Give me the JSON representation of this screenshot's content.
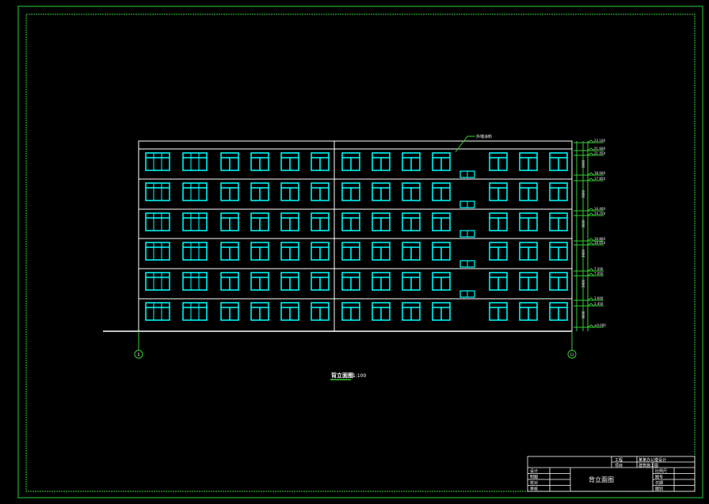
{
  "drawing": {
    "title": "背立面图",
    "scale": "1:100",
    "callout": "外墙涂料",
    "floors": 6,
    "window_columns": 13,
    "axis_labels": [
      "1",
      "11"
    ],
    "elevations": [
      "23.100",
      "21.600",
      "21.450",
      "18.000",
      "17.850",
      "14.400",
      "14.250",
      "10.800",
      "10.650",
      "7.200",
      "7.050",
      "3.600",
      "3.450",
      "±0.000"
    ],
    "floor_heights": [
      "3600",
      "3600",
      "3600",
      "3600",
      "3600",
      "3600"
    ]
  },
  "title_block": {
    "sheet_title": "背立面图",
    "project_label": "工程",
    "project_value": "某某办公楼设计",
    "item_label": "项目",
    "item_value": "建筑施工图",
    "left_rows": [
      "设计",
      "制图",
      "校对",
      "审核"
    ],
    "right_rows": [
      "比例尺",
      "图号",
      "日期",
      "图别"
    ]
  },
  "colors": {
    "frame": "#33cc33",
    "line": "#ffffff",
    "window": "#00ffff",
    "dim": "#33cc33"
  }
}
